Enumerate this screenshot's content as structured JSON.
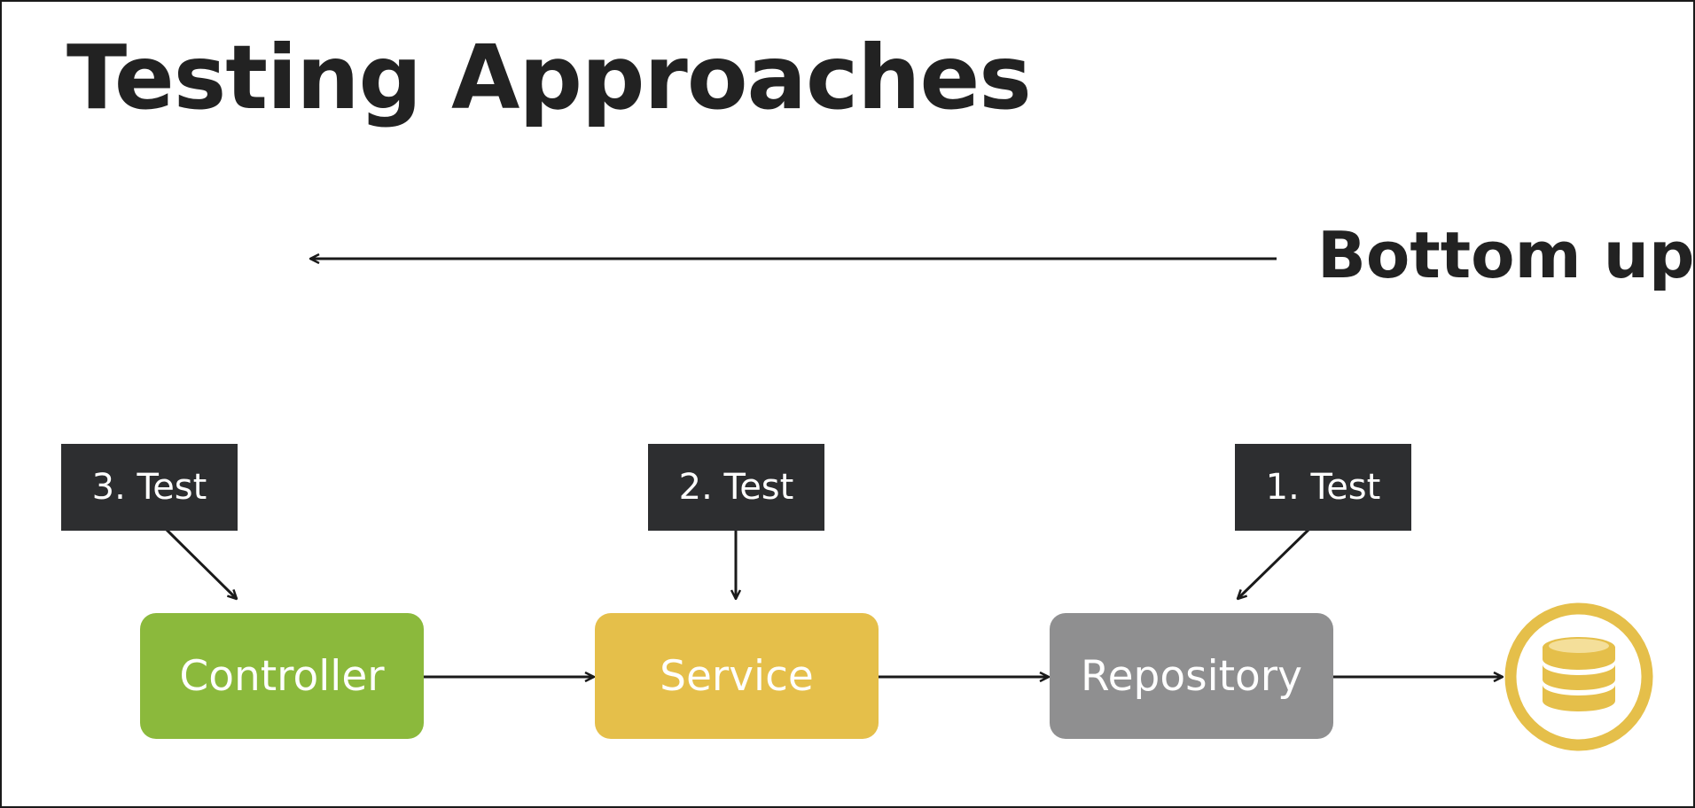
{
  "slide": {
    "title": "Testing Approaches",
    "approach": "Bottom up"
  },
  "tests": [
    {
      "label": "3. Test",
      "target": "Controller"
    },
    {
      "label": "2. Test",
      "target": "Service"
    },
    {
      "label": "1. Test",
      "target": "Repository"
    }
  ],
  "layers": [
    {
      "label": "Controller",
      "color": "#8bb93c"
    },
    {
      "label": "Service",
      "color": "#e5bf4a"
    },
    {
      "label": "Repository",
      "color": "#8f8f90"
    }
  ],
  "database": {
    "icon": "database-icon",
    "color": "#e5bf4a"
  },
  "colors": {
    "text": "#222222",
    "test_label_bg": "#2d2e30",
    "arrow": "#1a1a1a"
  }
}
